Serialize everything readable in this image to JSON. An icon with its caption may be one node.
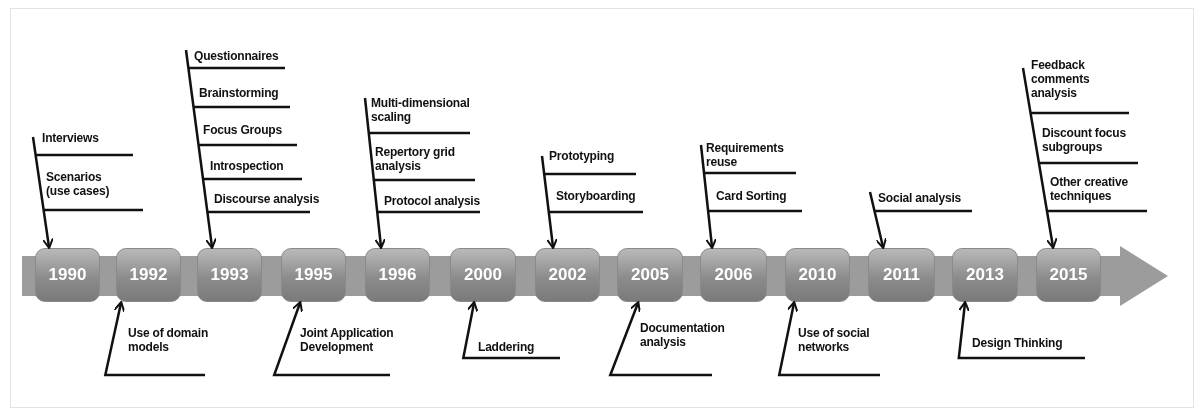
{
  "diagram": {
    "nodes": [
      {
        "text": [
          "1990"
        ]
      },
      {
        "text": [
          "1992"
        ]
      },
      {
        "text": [
          "1993"
        ]
      },
      {
        "text": [
          "1995"
        ]
      },
      {
        "text": [
          "1996"
        ]
      },
      {
        "text": [
          "2000"
        ]
      },
      {
        "text": [
          "2002"
        ]
      },
      {
        "text": [
          "2005"
        ]
      },
      {
        "text": [
          "2006"
        ]
      },
      {
        "text": [
          "2010"
        ]
      },
      {
        "text": [
          "2011"
        ]
      },
      {
        "text": [
          "2013"
        ]
      },
      {
        "text": [
          "2015"
        ]
      },
      {
        "text": [
          "Interviews"
        ]
      },
      {
        "text": [
          "Scenarios (use cases)"
        ]
      },
      {
        "text": [
          "Use of domain models"
        ]
      },
      {
        "text": [
          "Questionnaires"
        ]
      },
      {
        "text": [
          "Brainstorming"
        ]
      },
      {
        "text": [
          "Focus Groups"
        ]
      },
      {
        "text": [
          "Introspection"
        ]
      },
      {
        "text": [
          "Discourse analysis"
        ]
      },
      {
        "text": [
          "Joint Application Development"
        ]
      },
      {
        "text": [
          "Multi-dimensional scaling"
        ]
      },
      {
        "text": [
          "Repertory grid analysis"
        ]
      },
      {
        "text": [
          "Protocol analysis"
        ]
      },
      {
        "text": [
          "Laddering"
        ]
      },
      {
        "text": [
          "Prototyping"
        ]
      },
      {
        "text": [
          "Storyboarding"
        ]
      },
      {
        "text": [
          "Documentation analysis"
        ]
      },
      {
        "text": [
          "Requirements reuse"
        ]
      },
      {
        "text": [
          "Card Sorting"
        ]
      },
      {
        "text": [
          "Use of social networks"
        ]
      },
      {
        "text": [
          "Social analysis"
        ]
      },
      {
        "text": [
          "Design Thinking"
        ]
      },
      {
        "text": [
          "Feedback comments analysis"
        ]
      },
      {
        "text": [
          "Discount focus subgroups"
        ]
      },
      {
        "text": [
          "Other creative techniques"
        ]
      }
    ],
    "edges": [
      {
        "from": 13,
        "to": 0,
        "arrow": "to"
      },
      {
        "from": 14,
        "to": 0,
        "arrow": "to"
      },
      {
        "from": 15,
        "to": 1,
        "arrow": "to"
      },
      {
        "from": 16,
        "to": 2,
        "arrow": "to"
      },
      {
        "from": 17,
        "to": 2,
        "arrow": "to"
      },
      {
        "from": 18,
        "to": 2,
        "arrow": "to"
      },
      {
        "from": 19,
        "to": 2,
        "arrow": "to"
      },
      {
        "from": 20,
        "to": 2,
        "arrow": "to"
      },
      {
        "from": 21,
        "to": 3,
        "arrow": "to"
      },
      {
        "from": 22,
        "to": 4,
        "arrow": "to"
      },
      {
        "from": 23,
        "to": 4,
        "arrow": "to"
      },
      {
        "from": 24,
        "to": 4,
        "arrow": "to"
      },
      {
        "from": 25,
        "to": 5,
        "arrow": "to"
      },
      {
        "from": 26,
        "to": 6,
        "arrow": "to"
      },
      {
        "from": 27,
        "to": 6,
        "arrow": "to"
      },
      {
        "from": 28,
        "to": 7,
        "arrow": "to"
      },
      {
        "from": 29,
        "to": 8,
        "arrow": "to"
      },
      {
        "from": 30,
        "to": 8,
        "arrow": "to"
      },
      {
        "from": 31,
        "to": 9,
        "arrow": "to"
      },
      {
        "from": 32,
        "to": 10,
        "arrow": "to"
      },
      {
        "from": 33,
        "to": 11,
        "arrow": "to"
      },
      {
        "from": 34,
        "to": 12,
        "arrow": "to"
      },
      {
        "from": 35,
        "to": 12,
        "arrow": "to"
      },
      {
        "from": 36,
        "to": 12,
        "arrow": "to"
      }
    ]
  }
}
